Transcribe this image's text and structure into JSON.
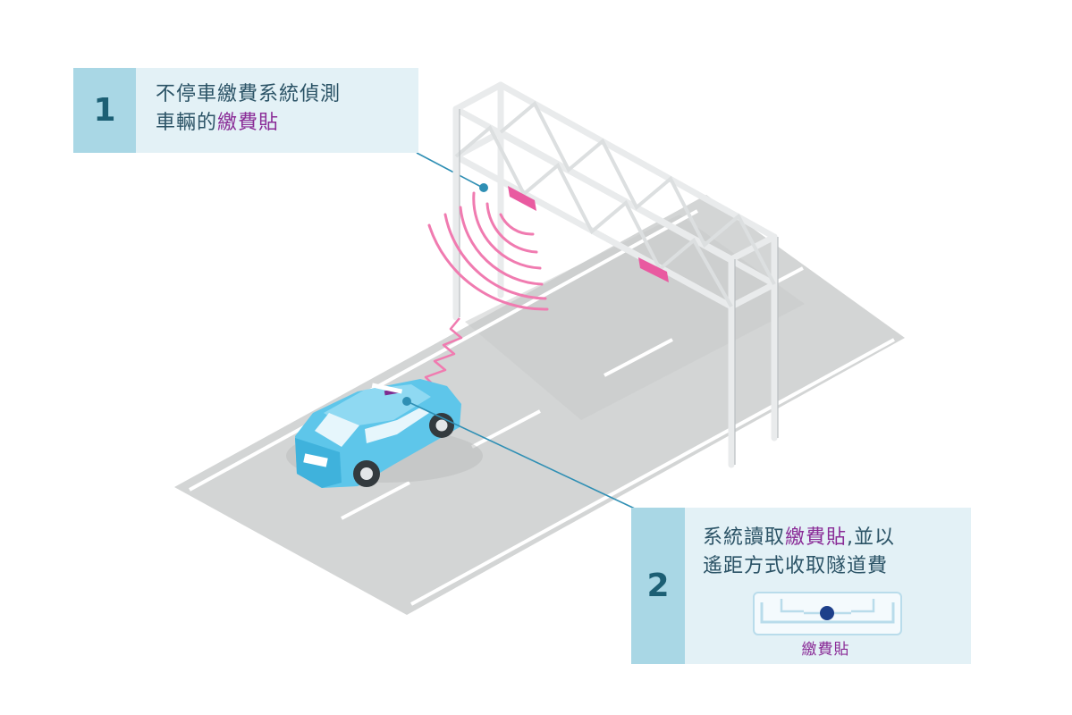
{
  "callout_1": {
    "number": "1",
    "line1": "不停車繳費系統偵測",
    "line2_prefix": "車輛的",
    "line2_highlight": "繳費貼"
  },
  "callout_2": {
    "number": "2",
    "line1_prefix": "系統讀取",
    "line1_highlight": "繳費貼",
    "line1_suffix": ",並以",
    "line2": "遙距方式收取隧道費",
    "tag_label": "繳費貼"
  },
  "colors": {
    "callout_bg": "#e3f1f6",
    "number_bg": "#a9d7e5",
    "number_text": "#1c5f74",
    "body_text": "#2b5366",
    "highlight": "#8a2c97",
    "road": "#d3d5d5",
    "car": "#5ec6ea",
    "signal": "#f07bb0",
    "tag_reader": "#e95aa0",
    "leader_line": "#2f8fb4"
  }
}
